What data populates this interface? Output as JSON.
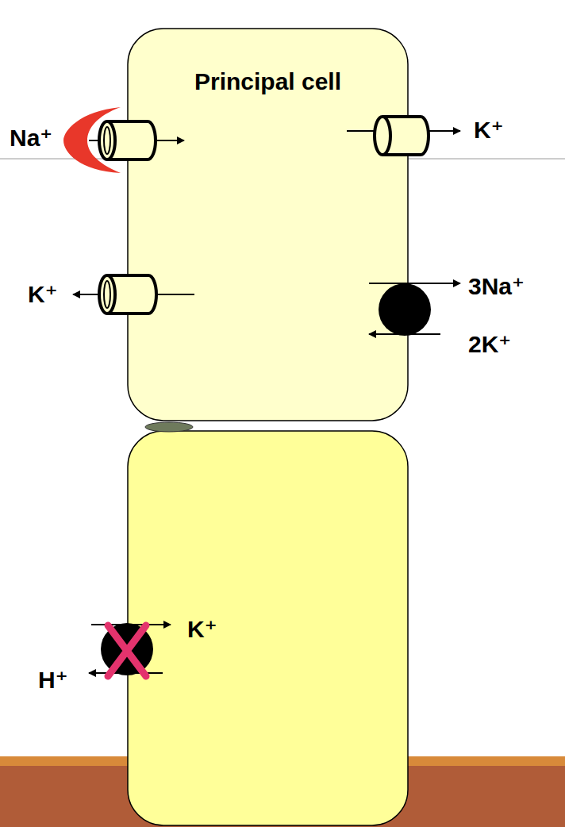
{
  "diagram": {
    "nodes": [
      {
        "text": [
          "Principal cell"
        ]
      }
    ],
    "labels": [
      "Na⁺",
      "K⁺",
      "K⁺",
      "3Na⁺",
      "2K⁺",
      "K⁺",
      "H⁺"
    ]
  }
}
